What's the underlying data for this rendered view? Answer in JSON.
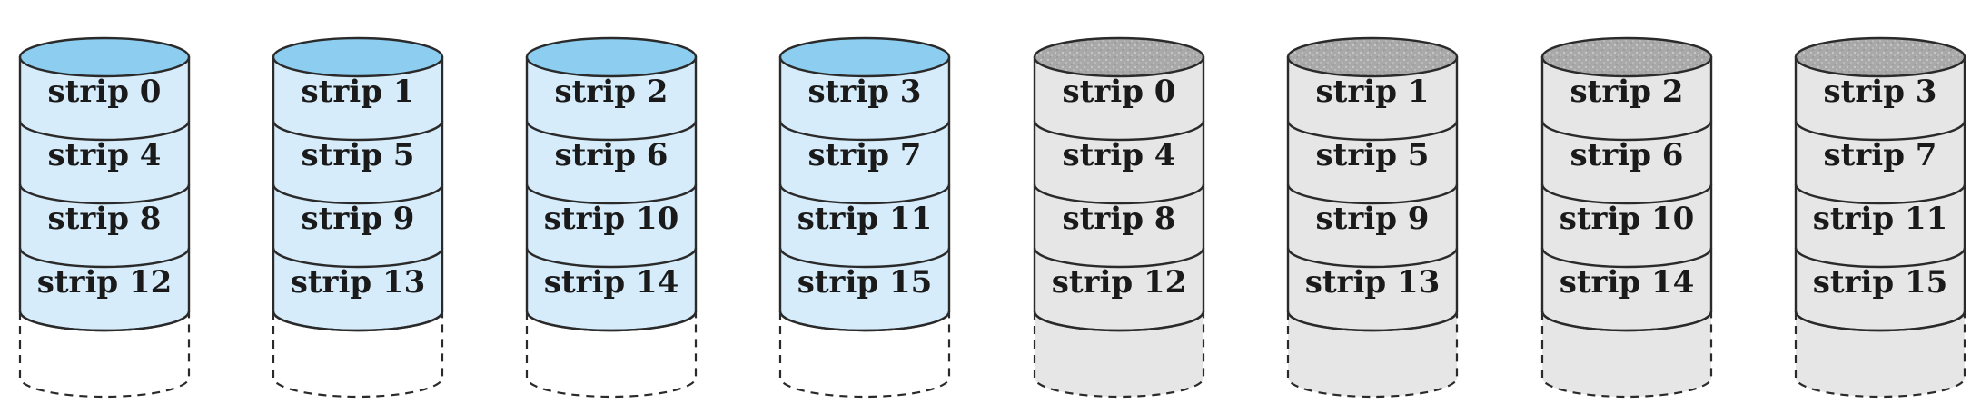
{
  "colors": {
    "primary_body": "#d6ecfb",
    "primary_top": "#8ccdf0",
    "mirror_body": "#e6e6e6",
    "mirror_top": "#a9a9a9",
    "outline": "#2a2a2a"
  },
  "disks": [
    {
      "group": "primary",
      "strips": [
        "strip 0",
        "strip 4",
        "strip 8",
        "strip 12"
      ]
    },
    {
      "group": "primary",
      "strips": [
        "strip 1",
        "strip 5",
        "strip 9",
        "strip 13"
      ]
    },
    {
      "group": "primary",
      "strips": [
        "strip 2",
        "strip 6",
        "strip 10",
        "strip 14"
      ]
    },
    {
      "group": "primary",
      "strips": [
        "strip 3",
        "strip 7",
        "strip 11",
        "strip 15"
      ]
    },
    {
      "group": "mirror",
      "strips": [
        "strip 0",
        "strip 4",
        "strip 8",
        "strip 12"
      ]
    },
    {
      "group": "mirror",
      "strips": [
        "strip 1",
        "strip 5",
        "strip 9",
        "strip 13"
      ]
    },
    {
      "group": "mirror",
      "strips": [
        "strip 2",
        "strip 6",
        "strip 10",
        "strip 14"
      ]
    },
    {
      "group": "mirror",
      "strips": [
        "strip 3",
        "strip 7",
        "strip 11",
        "strip 15"
      ]
    }
  ]
}
